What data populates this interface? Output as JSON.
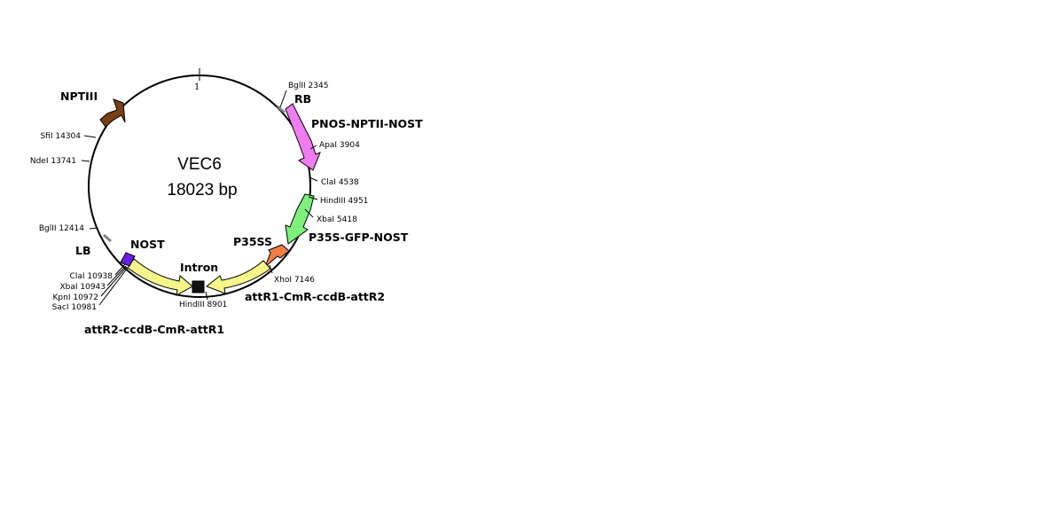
{
  "plasmid": {
    "name": "VEC6",
    "size_label": "18023 bp",
    "origin_label": "1"
  },
  "features": [
    {
      "id": "rb",
      "label": "RB"
    },
    {
      "id": "pnos-nptii-nost",
      "label": "PNOS-NPTII-NOST",
      "color": "#f07cf0"
    },
    {
      "id": "p35s-gfp-nost",
      "label": "P35S-GFP-NOST",
      "color": "#7ef07e"
    },
    {
      "id": "p35ss",
      "label": "P35SS",
      "color": "#f07e46"
    },
    {
      "id": "attr1-cmr-ccdb-attr2",
      "label": "attR1-CmR-ccdB-attR2",
      "color": "#f5f58a"
    },
    {
      "id": "intron",
      "label": "Intron",
      "color": "#111111"
    },
    {
      "id": "attr2-ccdb-cmr-attr1",
      "label": "attR2-ccdB-CmR-attR1",
      "color": "#f5f58a"
    },
    {
      "id": "nost",
      "label": "NOST",
      "color": "#6a1ee6"
    },
    {
      "id": "lb",
      "label": "LB"
    },
    {
      "id": "nptiii",
      "label": "NPTIII",
      "color": "#7a3e16"
    }
  ],
  "sites": [
    {
      "id": "bglii-2345",
      "label": "BglII 2345"
    },
    {
      "id": "apai-3904",
      "label": "ApaI 3904"
    },
    {
      "id": "clai-4538",
      "label": "ClaI 4538"
    },
    {
      "id": "hindiii-4951",
      "label": "HindIII 4951"
    },
    {
      "id": "xbai-5418",
      "label": "XbaI 5418"
    },
    {
      "id": "xhoi-7146",
      "label": "XhoI 7146"
    },
    {
      "id": "hindiii-8901",
      "label": "HindIII 8901"
    },
    {
      "id": "clai-10938",
      "label": "ClaI 10938"
    },
    {
      "id": "xbai-10943",
      "label": "XbaI 10943"
    },
    {
      "id": "kpni-10972",
      "label": "KpnI 10972"
    },
    {
      "id": "saci-10981",
      "label": "SacI 10981"
    },
    {
      "id": "bglii-12414",
      "label": "BglII 12414"
    },
    {
      "id": "ndei-13741",
      "label": "NdeI 13741"
    },
    {
      "id": "sfii-14304",
      "label": "SfiI 14304"
    }
  ]
}
